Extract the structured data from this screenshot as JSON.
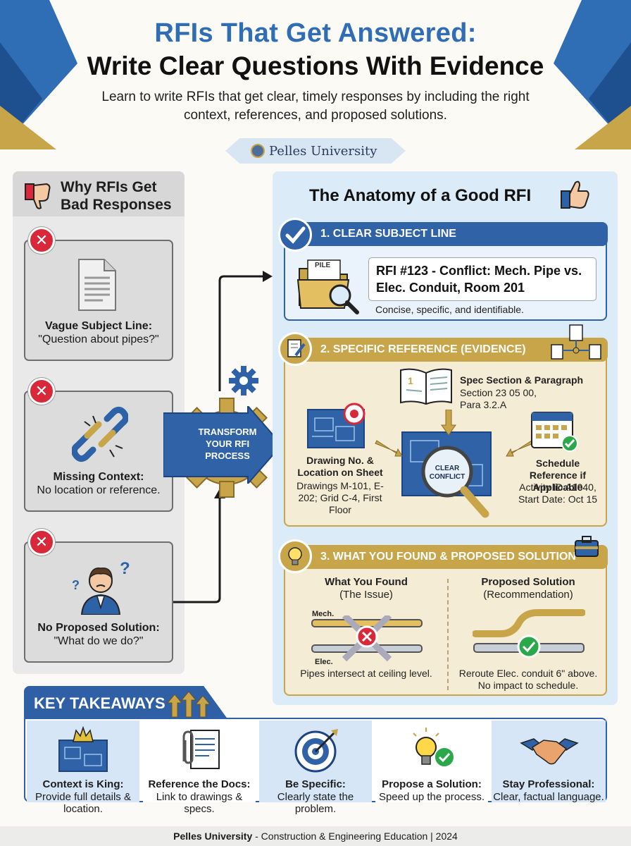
{
  "header": {
    "title_line1": "RFIs That Get Answered:",
    "title_line2": "Write Clear Questions With Evidence",
    "subtitle": "Learn to write RFIs that get clear, timely responses by including the right context, references, and proposed solutions.",
    "brand": "Pelles University"
  },
  "colors": {
    "blue": "#2f62a6",
    "gold": "#c9a54a",
    "red": "#d8283a",
    "green": "#2aa84a",
    "light_blue": "#dcebf8",
    "grey": "#e9e9e9"
  },
  "left_panel": {
    "title": "Why RFIs Get Bad Responses",
    "items": [
      {
        "heading": "Vague Subject Line:",
        "body": "\"Question about pipes?\"",
        "icon": "document-icon"
      },
      {
        "heading": "Missing Context:",
        "body": "No location or reference.",
        "icon": "broken-link-icon"
      },
      {
        "heading": "No Proposed Solution:",
        "body": "\"What do we do?\"",
        "icon": "confused-person-icon"
      }
    ]
  },
  "center": {
    "transform_label": "TRANSFORM YOUR RFI PROCESS"
  },
  "right_panel": {
    "title": "The Anatomy of a Good RFI",
    "section1": {
      "heading": "1. CLEAR SUBJECT LINE",
      "folder_label": "PILE",
      "example": "RFI #123 - Conflict: Mech. Pipe vs. Elec. Conduit, Room 201",
      "caption": "Concise, specific, and identifiable."
    },
    "section2": {
      "heading": "2. SPECIFIC REFERENCE (EVIDENCE)",
      "spec_title": "Spec Section & Paragraph",
      "spec_body": "Section 23 05 00, Para 3.2.A",
      "drawing_title": "Drawing No. & Location on Sheet",
      "drawing_body": "Drawings M-101, E-202; Grid C-4, First Floor",
      "center_label": "CLEAR CONFLICT",
      "schedule_title": "Schedule Reference if Applicable",
      "schedule_body": "Activity ID A1040, Start Date: Oct 15"
    },
    "section3": {
      "heading": "3. WHAT YOU FOUND & PROPOSED SOLUTION",
      "found_title": "What You Found",
      "found_sub": "(The Issue)",
      "mech_label": "Mech.",
      "elec_label": "Elec.",
      "found_caption": "Pipes intersect at ceiling level.",
      "solution_title": "Proposed Solution",
      "solution_sub": "(Recommendation)",
      "solution_caption": "Reroute Elec. conduit 6\" above. No impact to schedule."
    }
  },
  "takeaways": {
    "title": "KEY TAKEAWAYS",
    "items": [
      {
        "heading": "Context is King:",
        "body": "Provide full details & location.",
        "icon": "crown-blueprint-icon"
      },
      {
        "heading": "Reference the Docs:",
        "body": "Link to drawings & specs.",
        "icon": "paperclip-document-icon"
      },
      {
        "heading": "Be Specific:",
        "body": "Clearly state the problem.",
        "icon": "target-icon"
      },
      {
        "heading": "Propose a Solution:",
        "body": "Speed up the process.",
        "icon": "lightbulb-check-icon"
      },
      {
        "heading": "Stay Professional:",
        "body": "Clear, factual language.",
        "icon": "handshake-icon"
      }
    ]
  },
  "footer": {
    "brand": "Pelles University",
    "text": " - Construction & Engineering Education | 2024"
  }
}
